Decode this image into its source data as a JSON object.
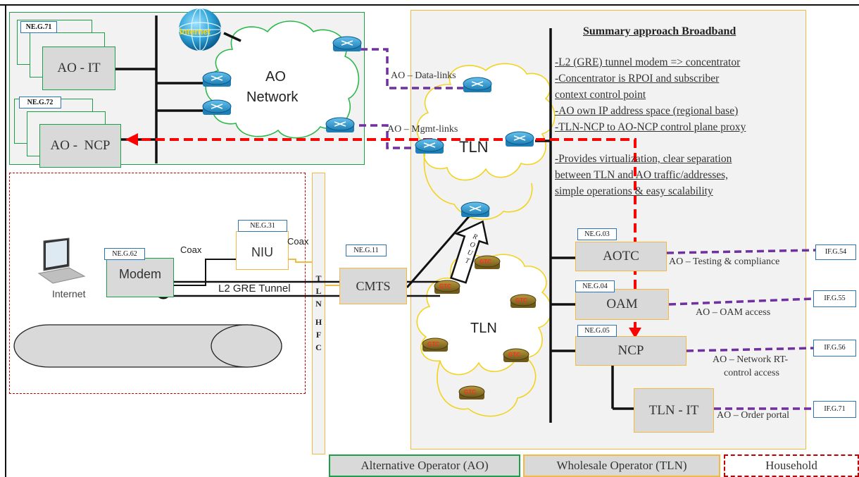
{
  "colors": {
    "ao_green": "#1f9e4a",
    "tln_orange": "#f4b942",
    "household_red": "#c00000",
    "label_blue": "#2e75b6",
    "purple_link": "#7030a0",
    "red_control": "#ff0000",
    "box_grey": "#d9d9d9"
  },
  "ao_zone": {
    "it_tag": "NE.G.71",
    "it_label": "AO - IT",
    "ncp_tag": "NE.G.72",
    "ncp_label": "AO -  NCP",
    "internet_globe_label": "Internet",
    "network_label_1": "AO",
    "network_label_2": "Network",
    "data_links_label": "AO – Data-links",
    "mgmt_links_label": "AO – Mgmt-links"
  },
  "household": {
    "laptop_label": "Internet",
    "modem_tag": "NE.G.62",
    "modem_label": "Modem",
    "niu_tag": "NE.G.31",
    "niu_label": "NIU",
    "coax_left": "Coax",
    "coax_right": "Coax",
    "tunnel_label": "L2 GRE Tunnel"
  },
  "hfc": {
    "letters": [
      "T",
      "L",
      "N",
      "",
      "H",
      "F",
      "C"
    ]
  },
  "tln_zone": {
    "cmts_tag": "NE.G.11",
    "cmts_label": "CMTS",
    "tln_cloud_upper": "TLN",
    "tln_cloud_lower": "TLN",
    "rout_letters": [
      "R",
      "O",
      "U",
      "T"
    ],
    "gtc_label": "GTC",
    "summary_title": "Summary approach Broadband",
    "summary_lines": [
      "-L2 (GRE) tunnel modem => concentrator",
      "-Concentrator is RPOI and subscriber",
      "context control point",
      "-AO own IP address space (regional base)",
      "-TLN-NCP to AO-NCP control plane proxy",
      "-Provides virtualization, clear separation",
      "between  TLN and AO traffic/addresses,",
      "simple operations & easy scalability"
    ],
    "aotc_tag": "NE.G.03",
    "aotc_label": "AOTC",
    "oam_tag": "NE.G.04",
    "oam_label": "OAM",
    "ncp_tag": "NE.G.05",
    "ncp_label": "NCP",
    "tln_it_label": "TLN - IT"
  },
  "interfaces": {
    "if54": "IF.G.54",
    "if55": "IF.G.55",
    "if56": "IF.G.56",
    "if71": "IF.G.71",
    "testing_label": "AO – Testing & compliance",
    "oam_access_label": "AO – OAM access",
    "network_rt_label_1": "AO – Network RT-",
    "network_rt_label_2": "control access",
    "order_portal_label": "AO – Order portal"
  },
  "legend": {
    "ao": "Alternative Operator (AO)",
    "tln": "Wholesale Operator (TLN)",
    "household": "Household"
  }
}
